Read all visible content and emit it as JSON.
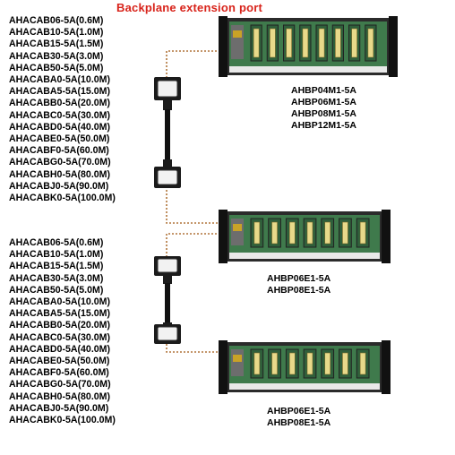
{
  "title": "Backplane extension port",
  "cable_lists": [
    {
      "items": [
        "AHACAB06-5A(0.6M)",
        "AHACAB10-5A(1.0M)",
        "AHACAB15-5A(1.5M)",
        "AHACAB30-5A(3.0M)",
        "AHACAB50-5A(5.0M)",
        "AHACABA0-5A(10.0M)",
        "AHACABA5-5A(15.0M)",
        "AHACABB0-5A(20.0M)",
        "AHACABC0-5A(30.0M)",
        "AHACABD0-5A(40.0M)",
        "AHACABE0-5A(50.0M)",
        "AHACABF0-5A(60.0M)",
        "AHACABG0-5A(70.0M)",
        "AHACABH0-5A(80.0M)",
        "AHACABJ0-5A(90.0M)",
        "AHACABK0-5A(100.0M)"
      ]
    },
    {
      "items": [
        "AHACAB06-5A(0.6M)",
        "AHACAB10-5A(1.0M)",
        "AHACAB15-5A(1.5M)",
        "AHACAB30-5A(3.0M)",
        "AHACAB50-5A(5.0M)",
        "AHACABA0-5A(10.0M)",
        "AHACABA5-5A(15.0M)",
        "AHACABB0-5A(20.0M)",
        "AHACABC0-5A(30.0M)",
        "AHACABD0-5A(40.0M)",
        "AHACABE0-5A(50.0M)",
        "AHACABF0-5A(60.0M)",
        "AHACABG0-5A(70.0M)",
        "AHACABH0-5A(80.0M)",
        "AHACABJ0-5A(90.0M)",
        "AHACABK0-5A(100.0M)"
      ]
    }
  ],
  "backplanes": [
    {
      "models": [
        "AHBP04M1-5A",
        "AHBP06M1-5A",
        "AHBP08M1-5A",
        "AHBP12M1-5A"
      ]
    },
    {
      "models": [
        "AHBP06E1-5A",
        "AHBP08E1-5A"
      ]
    },
    {
      "models": [
        "AHBP06E1-5A",
        "AHBP08E1-5A"
      ]
    }
  ],
  "colors": {
    "title": "#d8231a",
    "board_green": "#3f7a4c",
    "board_frame": "#2b2b2b",
    "slot_connector": "#e8d98a",
    "dotted_line": "#b0743a",
    "cable": "#111111"
  }
}
